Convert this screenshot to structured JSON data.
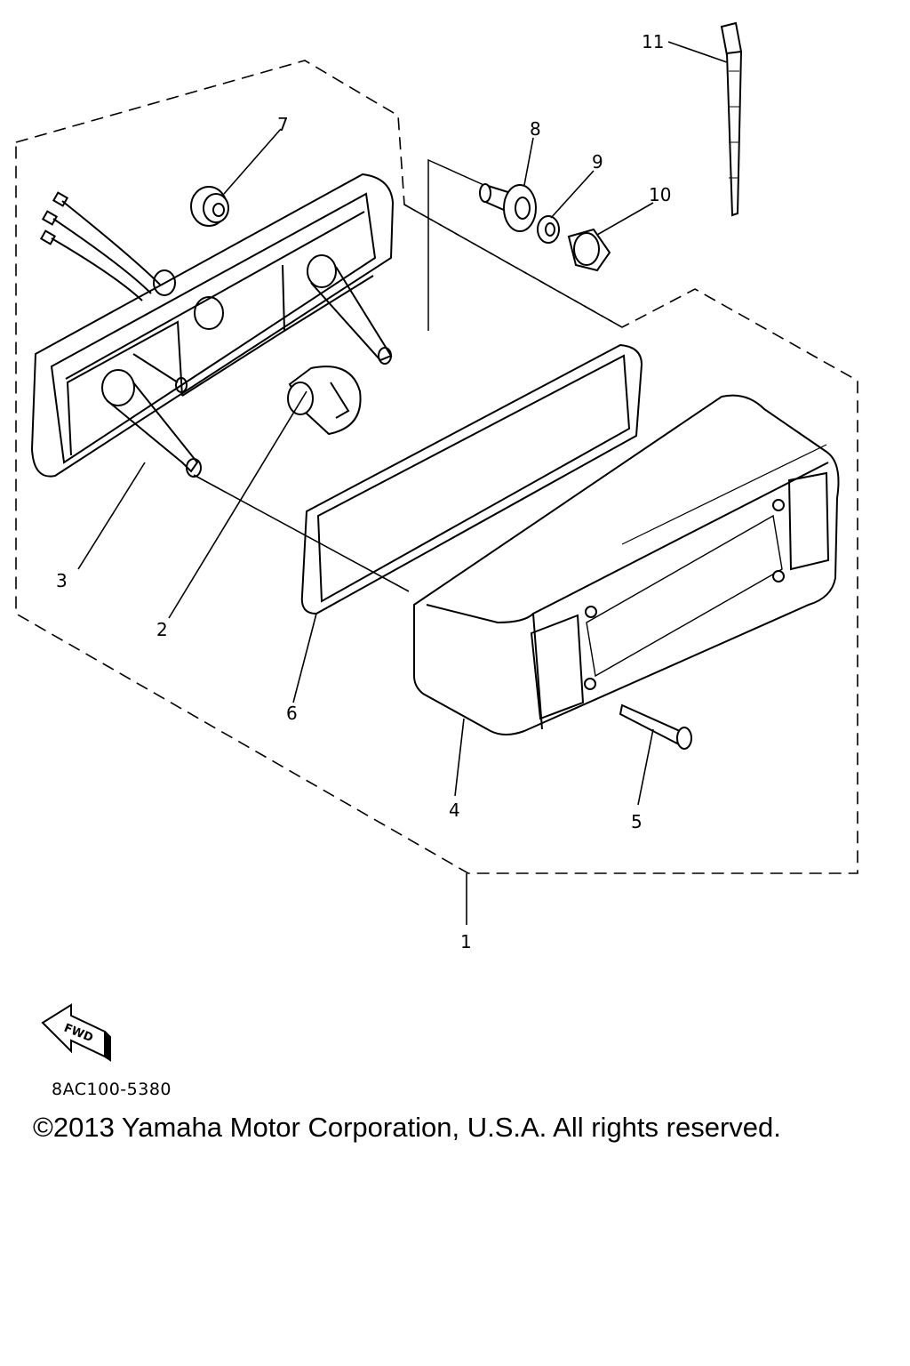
{
  "diagram": {
    "callouts": [
      {
        "id": "1",
        "label": "1"
      },
      {
        "id": "2",
        "label": "2"
      },
      {
        "id": "3",
        "label": "3"
      },
      {
        "id": "4",
        "label": "4"
      },
      {
        "id": "5",
        "label": "5"
      },
      {
        "id": "6",
        "label": "6"
      },
      {
        "id": "7",
        "label": "7"
      },
      {
        "id": "8",
        "label": "8"
      },
      {
        "id": "9",
        "label": "9"
      },
      {
        "id": "10",
        "label": "10"
      },
      {
        "id": "11",
        "label": "11"
      }
    ],
    "fwd_label": "FWD",
    "part_code": "8AC100-5380"
  },
  "footer": {
    "copyright": "©2013 Yamaha Motor Corporation, U.S.A. All rights reserved."
  }
}
